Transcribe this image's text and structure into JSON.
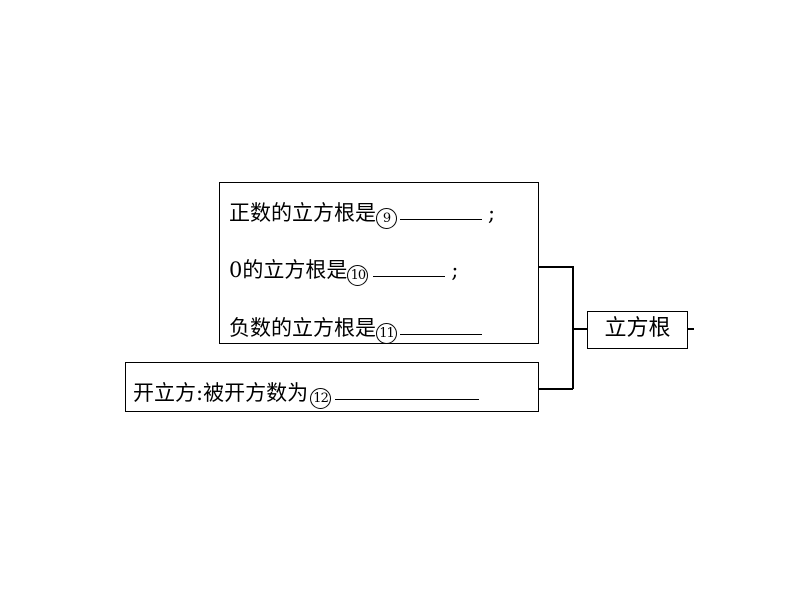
{
  "box_upper": {
    "line1": {
      "text": "正数的立方根是",
      "num": "9",
      "tail": ";"
    },
    "line2": {
      "text": "0的立方根是",
      "num": "10",
      "tail": ";"
    },
    "line3": {
      "text": "负数的立方根是",
      "num": "11",
      "tail": ""
    }
  },
  "box_lower": {
    "line1": {
      "text": "开立方:被开方数为",
      "num": "12"
    }
  },
  "title_box": {
    "label": "立方根"
  }
}
